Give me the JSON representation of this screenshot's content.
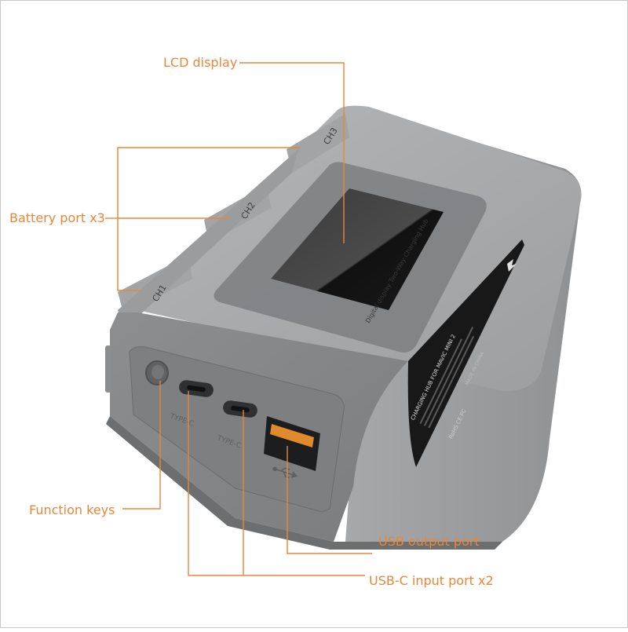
{
  "colors": {
    "accent": "#e8873a",
    "device_body": "#8e9092",
    "device_top": "#a9abad",
    "screen": "#1c1c1c",
    "label_panel": "#181818"
  },
  "callouts": {
    "lcd_display": "LCD display",
    "battery_port": "Battery port x3",
    "function_keys": "Function keys",
    "usb_output": "USB output port",
    "usbc_input": "USB-C input port x2"
  },
  "device": {
    "ch1": "CH1",
    "ch2": "CH2",
    "ch3": "CH3",
    "screen_caption": "Digital display Two-Way Charging Hub",
    "port_label_1": "TYPE-C",
    "port_label_2": "TYPE-C",
    "usb_icon": "usb-icon",
    "brand_icon": "brand-logo-icon",
    "panel_title": "CHARGING HUB FOR MAVIC MINI 2",
    "panel_made_in": "MADE IN CHINA",
    "panel_certs": "RoHS CE FC"
  }
}
